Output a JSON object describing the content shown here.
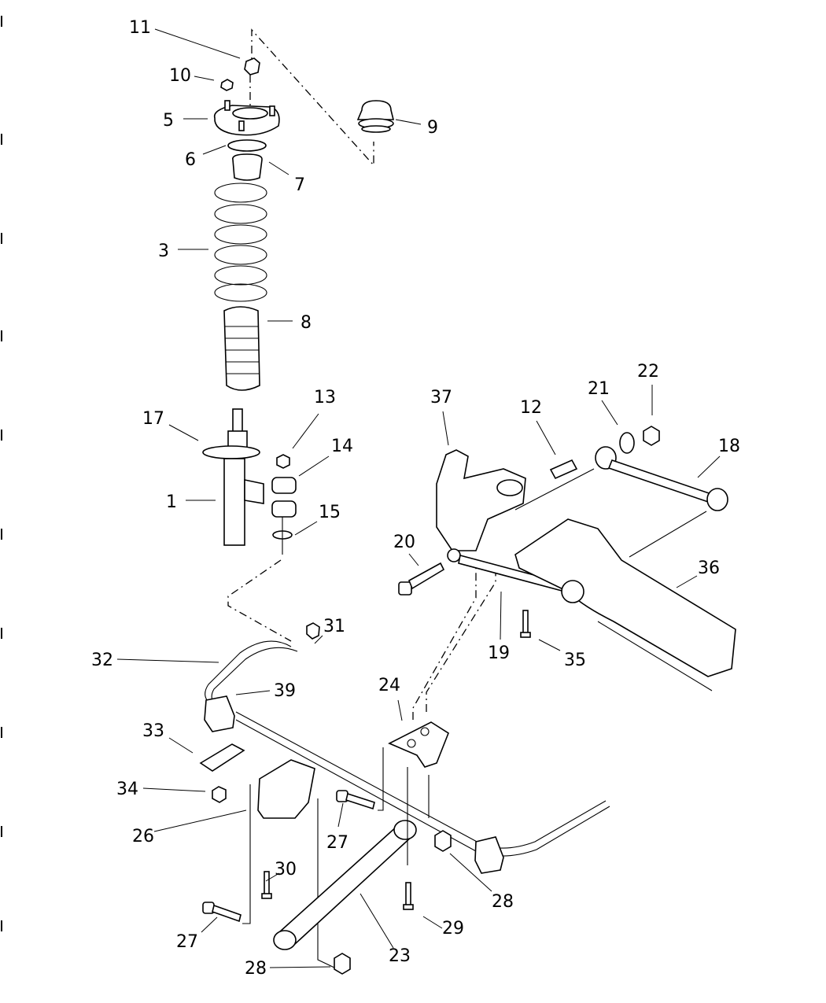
{
  "diagram": {
    "title": "Rear suspension exploded view",
    "callouts": [
      {
        "id": "c11",
        "label": "11"
      },
      {
        "id": "c10",
        "label": "10"
      },
      {
        "id": "c5",
        "label": "5"
      },
      {
        "id": "c6",
        "label": "6"
      },
      {
        "id": "c7",
        "label": "7"
      },
      {
        "id": "c9",
        "label": "9"
      },
      {
        "id": "c3",
        "label": "3"
      },
      {
        "id": "c8",
        "label": "8"
      },
      {
        "id": "c17",
        "label": "17"
      },
      {
        "id": "c1",
        "label": "1"
      },
      {
        "id": "c13",
        "label": "13"
      },
      {
        "id": "c14",
        "label": "14"
      },
      {
        "id": "c15",
        "label": "15"
      },
      {
        "id": "c37",
        "label": "37"
      },
      {
        "id": "c12",
        "label": "12"
      },
      {
        "id": "c21",
        "label": "21"
      },
      {
        "id": "c22",
        "label": "22"
      },
      {
        "id": "c18",
        "label": "18"
      },
      {
        "id": "c20",
        "label": "20"
      },
      {
        "id": "c19",
        "label": "19"
      },
      {
        "id": "c36",
        "label": "36"
      },
      {
        "id": "c35",
        "label": "35"
      },
      {
        "id": "c31",
        "label": "31"
      },
      {
        "id": "c32",
        "label": "32"
      },
      {
        "id": "c39",
        "label": "39"
      },
      {
        "id": "c24",
        "label": "24"
      },
      {
        "id": "c33",
        "label": "33"
      },
      {
        "id": "c34",
        "label": "34"
      },
      {
        "id": "c26",
        "label": "26"
      },
      {
        "id": "c27a",
        "label": "27"
      },
      {
        "id": "c27b",
        "label": "27"
      },
      {
        "id": "c30",
        "label": "30"
      },
      {
        "id": "c28a",
        "label": "28"
      },
      {
        "id": "c28b",
        "label": "28"
      },
      {
        "id": "c29",
        "label": "29"
      },
      {
        "id": "c23",
        "label": "23"
      }
    ]
  }
}
